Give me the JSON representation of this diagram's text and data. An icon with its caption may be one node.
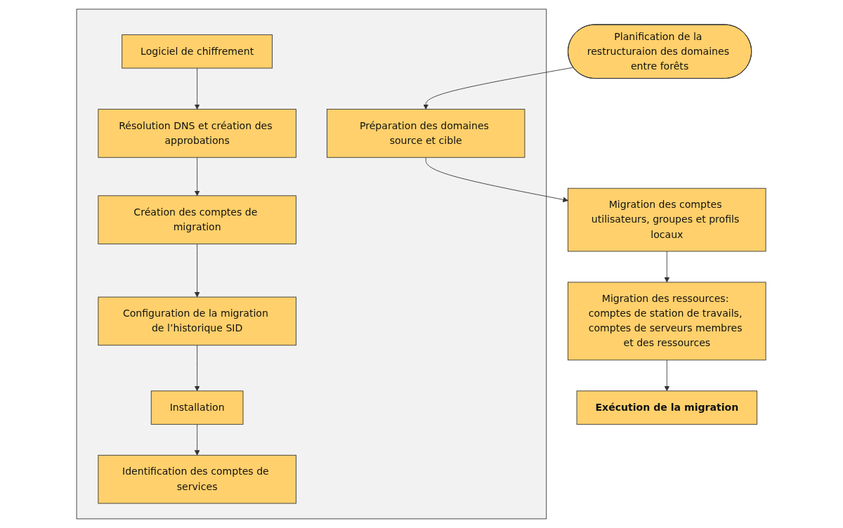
{
  "diagram": {
    "nodes": [
      {
        "text": [
          "Planification de la restructuraion des domaines entre forêts"
        ]
      },
      {
        "text": [],
        "shape": "box"
      },
      {
        "text": [
          "Préparation des domaines source et cible"
        ],
        "in": 1
      },
      {
        "text": [
          "Logiciel de chiffrement"
        ],
        "in": 1
      },
      {
        "text": [
          "Résolution DNS et création des approbations"
        ],
        "in": 1
      },
      {
        "text": [
          "Création des comptes de migration"
        ],
        "in": 1
      },
      {
        "text": [
          "Configuration de la migration de l’historique SID"
        ],
        "in": 1
      },
      {
        "text": [
          "Installation"
        ],
        "in": 1
      },
      {
        "text": [
          "Identification des comptes de services"
        ],
        "in": 1
      },
      {
        "text": [
          "Migration des comptes utilisateurs, groupes et profils locaux"
        ]
      },
      {
        "text": [
          "Migration des ressources: comptes de station de travails, comptes de serveurs membres et des ressources"
        ]
      },
      {
        "text": [
          "Exécution de la migration"
        ]
      }
    ],
    "edges": [
      {
        "from": 0,
        "to": 2,
        "arrow": "to"
      },
      {
        "from": 2,
        "to": 9,
        "arrow": "to"
      },
      {
        "from": 9,
        "to": 10,
        "arrow": "to"
      },
      {
        "from": 10,
        "to": 11,
        "arrow": "to"
      },
      {
        "from": 3,
        "to": 4,
        "arrow": "to"
      },
      {
        "from": 4,
        "to": 5,
        "arrow": "to"
      },
      {
        "from": 5,
        "to": 6,
        "arrow": "to"
      },
      {
        "from": 6,
        "to": 7,
        "arrow": "to"
      },
      {
        "from": 7,
        "to": 8,
        "arrow": "to"
      }
    ]
  }
}
